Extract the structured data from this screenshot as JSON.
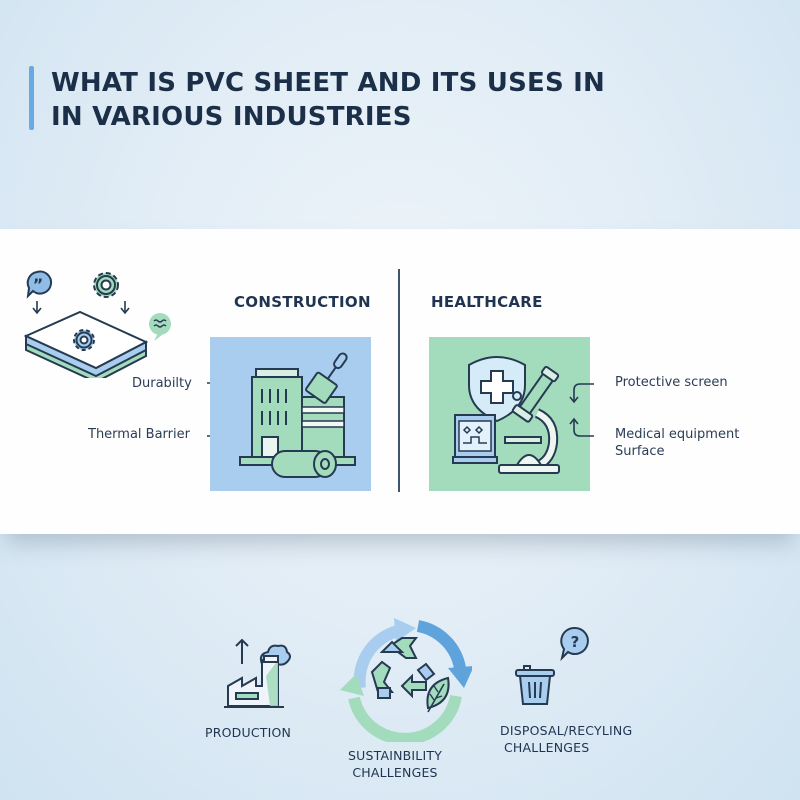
{
  "header": {
    "title_line1": "WHAT IS PVC SHEET AND ITS USES IN",
    "title_line2": "IN VARIOUS INDUSTRIES",
    "accent_color": "#6aaae3"
  },
  "properties": {
    "items": [
      {
        "label": "Durabilty",
        "icon": "arrow-down-right-icon"
      },
      {
        "label": "Thermal Barrier",
        "icon": "arrow-up-right-icon"
      }
    ],
    "illustration_icons": [
      "quote-bubble-icon",
      "gear-icon",
      "wave-bubble-icon",
      "layered-sheet-icon"
    ]
  },
  "industries": [
    {
      "name": "CONSTRUCTION",
      "color": "#a8cdee",
      "icon": "building-trowel-roll-icon"
    },
    {
      "name": "HEALTHCARE",
      "color": "#a3dbbd",
      "icon": "shield-microscope-icon",
      "uses": [
        "Protective screen",
        "Medical equipment",
        "Surface"
      ]
    }
  ],
  "lifecycle": [
    {
      "label": "PRODUCTION",
      "icon": "factory-icon"
    },
    {
      "label_line1": "SUSTAINBILITY",
      "label_line2": "CHALLENGES",
      "icon": "recycle-leaf-icon"
    },
    {
      "label_line1": "DISPOSAL/RECYLING",
      "label_line2": "CHALLENGES",
      "icon": "trash-question-icon"
    }
  ],
  "colors": {
    "dark": "#1f3450",
    "blue": "#a8cdee",
    "green": "#a3dbbd",
    "stroke": "#263a52"
  }
}
